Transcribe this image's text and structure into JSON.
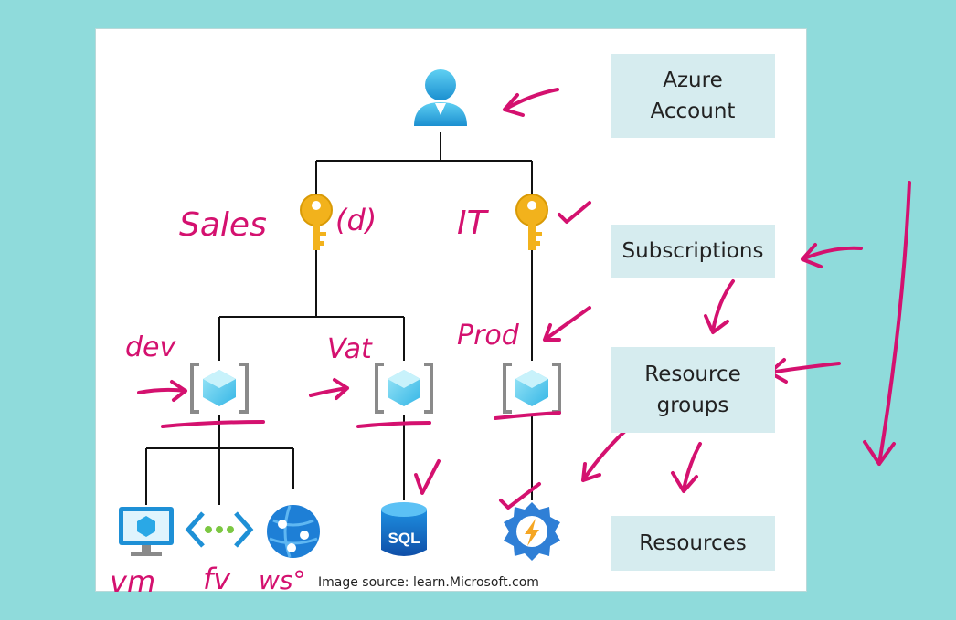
{
  "boxes": {
    "account": "Azure\nAccount",
    "subscriptions": "Subscriptions",
    "resource_groups": "Resource\ngroups",
    "resources": "Resources"
  },
  "annotations": {
    "sales": "Sales",
    "sales_suffix": "(d)",
    "it": "IT",
    "dev": "dev",
    "val": "Vat",
    "prod": "Prod",
    "vm": "vm",
    "fv": "fv",
    "ws": "ws°"
  },
  "icons": {
    "sql_text": "SQL"
  },
  "source": "Image source: learn.Microsoft.com",
  "colors": {
    "background": "#8fdbdb",
    "label_box": "#d6ecef",
    "ink": "#d4116f",
    "azure_blue": "#1e90d6",
    "key_gold": "#f2b21c"
  }
}
